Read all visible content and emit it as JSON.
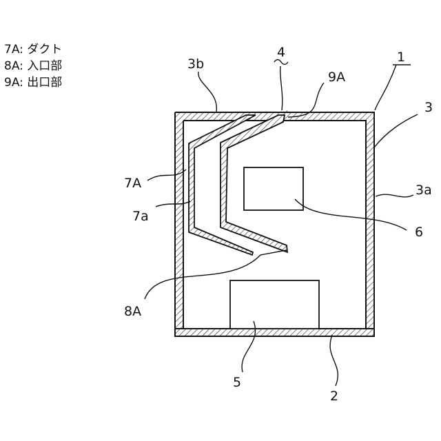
{
  "legend": [
    {
      "key": "7A",
      "sep": ":",
      "text": "ダクト"
    },
    {
      "key": "8A",
      "sep": ":",
      "text": "入口部"
    },
    {
      "key": "9A",
      "sep": ":",
      "text": "出口部"
    }
  ],
  "labels": {
    "l1": "1",
    "l2": "2",
    "l3": "3",
    "l3a": "3a",
    "l3b": "3b",
    "l4": "4",
    "l5": "5",
    "l6": "6",
    "l7A": "7A",
    "l7a": "7a",
    "l8A": "8A",
    "l9A": "9A"
  }
}
